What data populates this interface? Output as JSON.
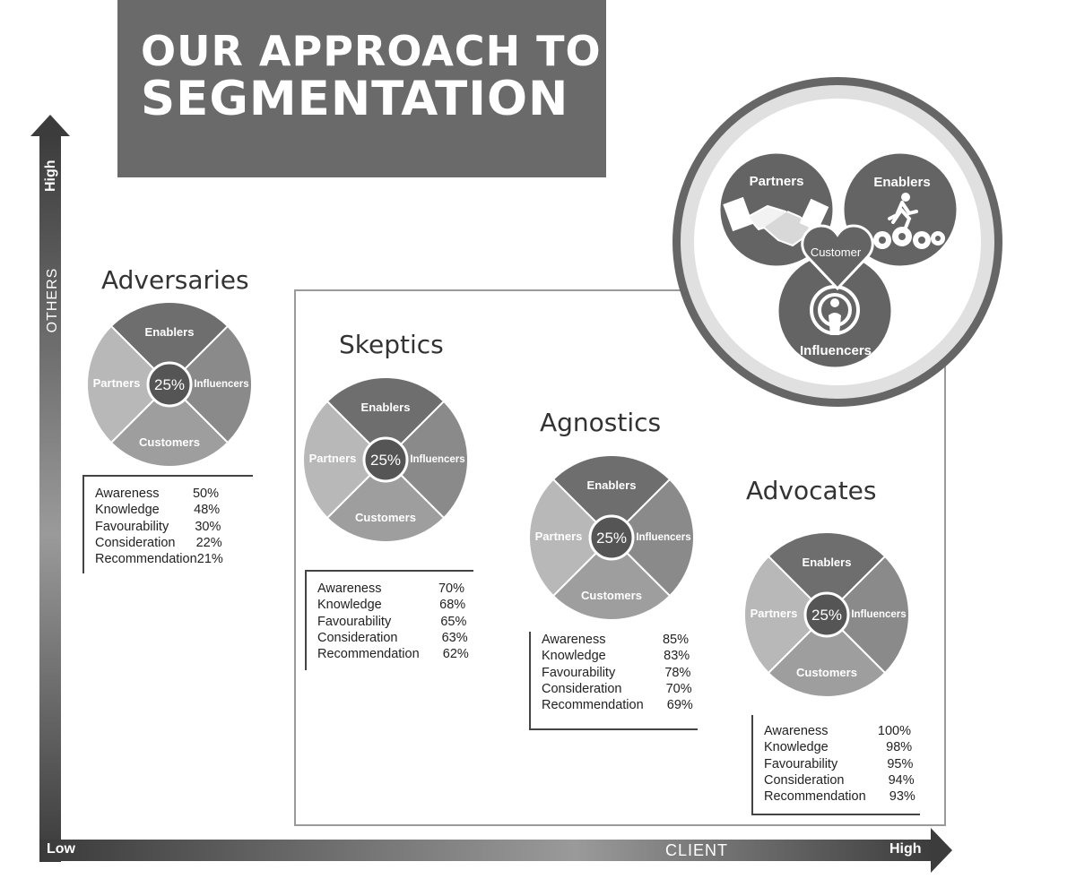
{
  "title": {
    "line1": "OUR APPROACH TO",
    "line2": "SEGMENTATION"
  },
  "axes": {
    "y": {
      "name": "OTHERS",
      "high": "High"
    },
    "x": {
      "name": "CLIENT",
      "low": "Low",
      "high": "High"
    }
  },
  "pie_labels": {
    "top": "Enablers",
    "right": "Influencers",
    "bottom": "Customers",
    "left": "Partners",
    "center": "25%"
  },
  "segments": [
    {
      "name": "Adversaries",
      "metrics": [
        {
          "label": "Awareness",
          "value": "50%"
        },
        {
          "label": "Knowledge",
          "value": "48%"
        },
        {
          "label": "Favourability",
          "value": "30%"
        },
        {
          "label": "Consideration",
          "value": "22%"
        },
        {
          "label": "Recommendation",
          "value": "21%"
        }
      ]
    },
    {
      "name": "Skeptics",
      "metrics": [
        {
          "label": "Awareness",
          "value": "70%"
        },
        {
          "label": "Knowledge",
          "value": "68%"
        },
        {
          "label": "Favourability",
          "value": "65%"
        },
        {
          "label": "Consideration",
          "value": "63%"
        },
        {
          "label": "Recommendation",
          "value": "62%"
        }
      ]
    },
    {
      "name": "Agnostics",
      "metrics": [
        {
          "label": "Awareness",
          "value": "85%"
        },
        {
          "label": "Knowledge",
          "value": "83%"
        },
        {
          "label": "Favourability",
          "value": "78%"
        },
        {
          "label": "Consideration",
          "value": "70%"
        },
        {
          "label": "Recommendation",
          "value": "69%"
        }
      ]
    },
    {
      "name": "Advocates",
      "metrics": [
        {
          "label": "Awareness",
          "value": "100%"
        },
        {
          "label": "Knowledge",
          "value": "98%"
        },
        {
          "label": "Favourability",
          "value": "95%"
        },
        {
          "label": "Consideration",
          "value": "94%"
        },
        {
          "label": "Recommendation",
          "value": "93%"
        }
      ]
    }
  ],
  "venn": {
    "partners": "Partners",
    "enablers": "Enablers",
    "influencers": "Influencers",
    "center": "Customer",
    "icons": [
      "handshake-icon",
      "running-gears-icon",
      "podcast-person-icon",
      "heart-icon"
    ]
  },
  "colors": {
    "banner": "#6a6a6a",
    "pie_top": "#6e6e6e",
    "pie_right": "#8a8a8a",
    "pie_bottom": "#9e9e9e",
    "pie_left": "#b8b8b8",
    "pie_center": "#555555",
    "venn_circle": "#646464",
    "venn_ring": "#dcdcdc"
  }
}
